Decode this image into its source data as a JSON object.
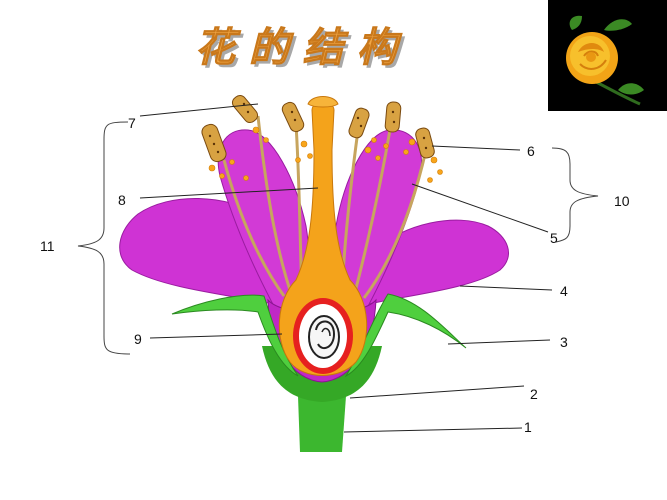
{
  "title": "花的结构",
  "labels": {
    "l1": "1",
    "l2": "2",
    "l3": "3",
    "l4": "4",
    "l5": "5",
    "l6": "6",
    "l7": "7",
    "l8": "8",
    "l9": "9",
    "l10": "10",
    "l11": "11"
  },
  "colors": {
    "petal": "#cc2fd0",
    "petal_dark": "#8a1590",
    "sepal": "#48c43a",
    "stem": "#38b42c",
    "pistil": "#f2a21e",
    "ovule_ring": "#e21a1a",
    "anther": "#d9a441",
    "pollen": "#f6a31c",
    "filament": "#c8a45a"
  },
  "icons": {
    "rose": "rose-photo-icon"
  }
}
